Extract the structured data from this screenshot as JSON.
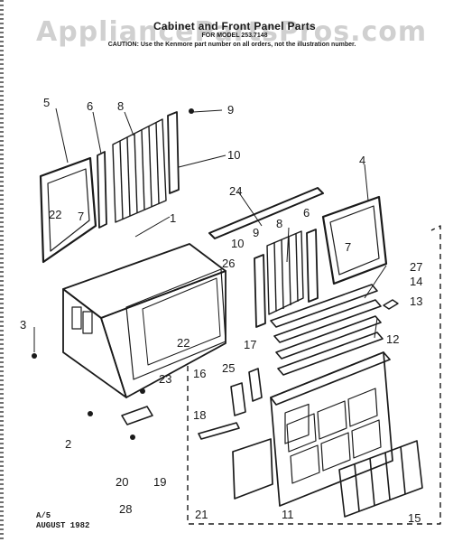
{
  "watermark": "AppliancePartsPros.com",
  "header": {
    "title": "Cabinet and Front Panel Parts",
    "model_line": "FOR MODEL 253.7148",
    "caution": "CAUTION: Use the Kenmore part number on all orders, not the illustration number."
  },
  "footer": {
    "page": "A/5",
    "date": "AUGUST 1982"
  },
  "callouts": [
    "1",
    "2",
    "3",
    "4",
    "5",
    "6",
    "7",
    "8",
    "9",
    "10",
    "11",
    "12",
    "13",
    "14",
    "15",
    "16",
    "17",
    "18",
    "19",
    "20",
    "21",
    "22",
    "23",
    "24",
    "25",
    "26",
    "27",
    "28",
    "22",
    "7",
    "8",
    "6",
    "9",
    "10"
  ],
  "colors": {
    "ink": "#1a1a1a",
    "paper": "#ffffff"
  }
}
